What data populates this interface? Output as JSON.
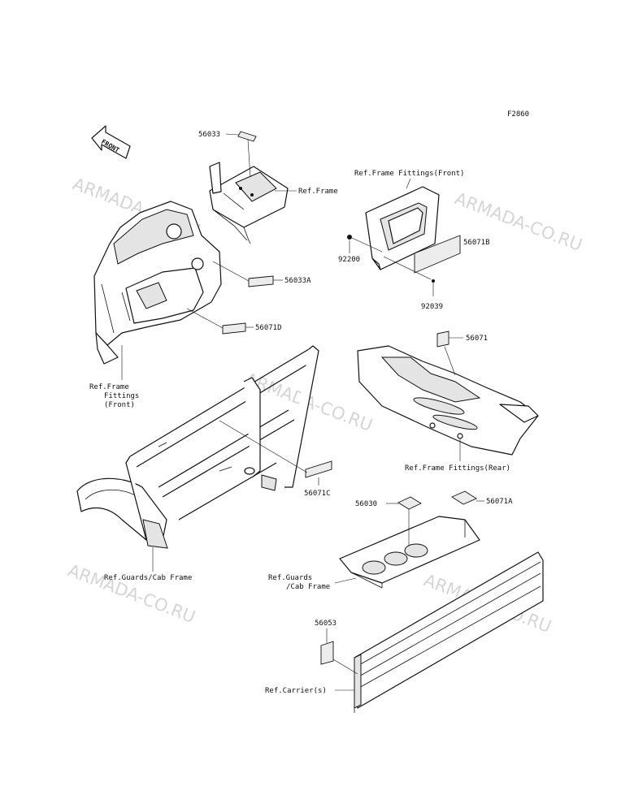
{
  "figure_code": "F2860",
  "front_arrow_text": "FRONT",
  "watermark_text": "ARMADA-CO.RU",
  "labels": {
    "p56033": "56033",
    "ref_frame": "Ref.Frame",
    "ref_frame_fittings_front_top": "Ref.Frame Fittings(Front)",
    "p56071B": "56071B",
    "p92200": "92200",
    "p92039": "92039",
    "p56033A": "56033A",
    "p56071D": "56071D",
    "p56071": "56071",
    "ref_ff_front_l1": "Ref.Frame",
    "ref_ff_front_l2": "Fittings",
    "ref_ff_front_l3": "(Front)",
    "ref_frame_fittings_rear": "Ref.Frame Fittings(Rear)",
    "p56071C": "56071C",
    "p56030": "56030",
    "p56071A": "56071A",
    "ref_guards_cab_frame": "Ref.Guards/Cab Frame",
    "ref_guards_l1": "Ref.Guards",
    "ref_guards_l2": "/Cab Frame",
    "p56053": "56053",
    "ref_carriers": "Ref.Carrier(s)"
  }
}
